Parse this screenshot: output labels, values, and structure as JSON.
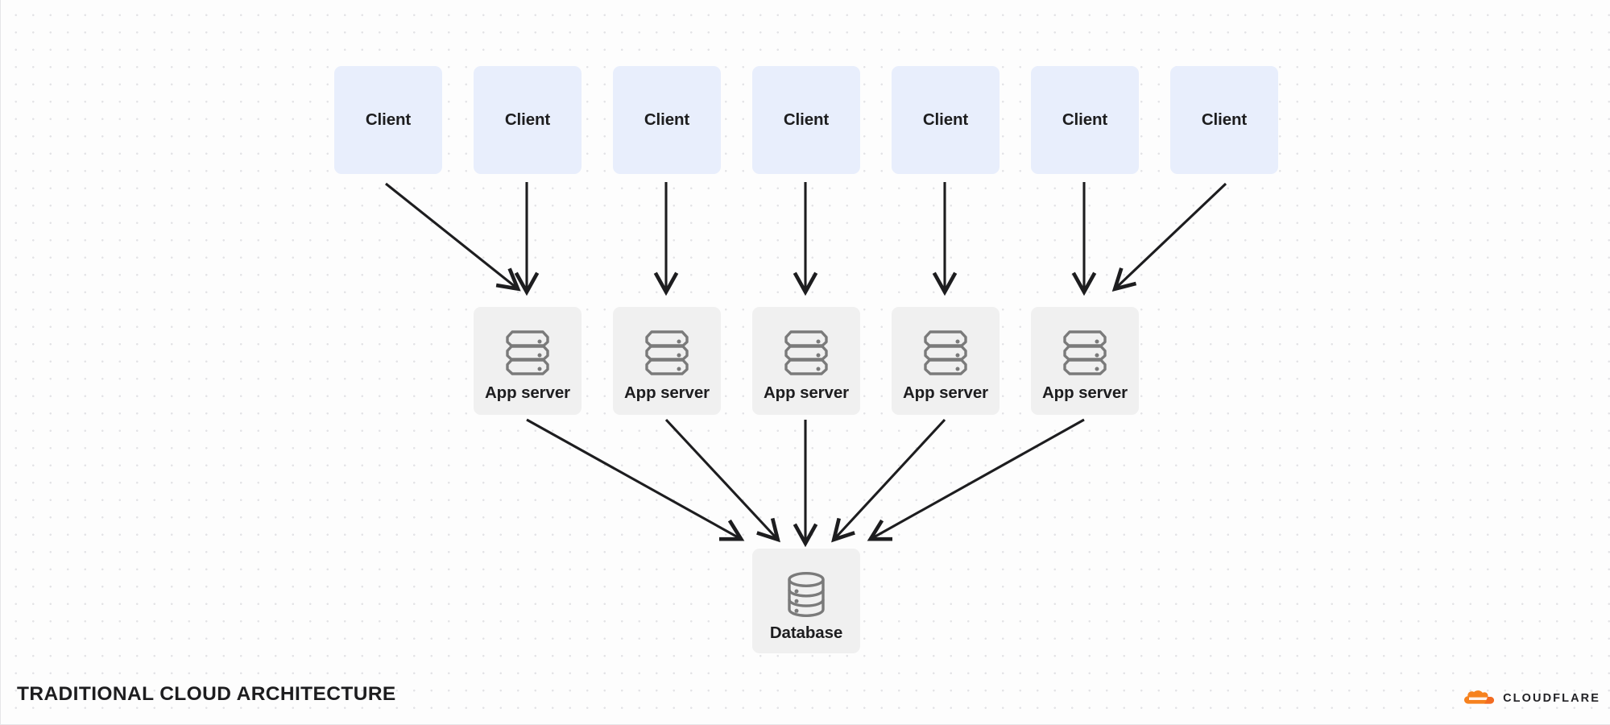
{
  "diagram": {
    "title": "TRADITIONAL CLOUD ARCHITECTURE",
    "background_color": "#fdfdfd",
    "dot_color": "#e3e3e6",
    "tiers": [
      {
        "name": "clients",
        "node_color": "#e8eefc",
        "nodes": [
          {
            "label": "Client",
            "icon": "none"
          },
          {
            "label": "Client",
            "icon": "none"
          },
          {
            "label": "Client",
            "icon": "none"
          },
          {
            "label": "Client",
            "icon": "none"
          },
          {
            "label": "Client",
            "icon": "none"
          },
          {
            "label": "Client",
            "icon": "none"
          },
          {
            "label": "Client",
            "icon": "none"
          }
        ]
      },
      {
        "name": "app-servers",
        "node_color": "#f0f0f0",
        "nodes": [
          {
            "label": "App server",
            "icon": "server-rack-icon"
          },
          {
            "label": "App server",
            "icon": "server-rack-icon"
          },
          {
            "label": "App server",
            "icon": "server-rack-icon"
          },
          {
            "label": "App server",
            "icon": "server-rack-icon"
          },
          {
            "label": "App server",
            "icon": "server-rack-icon"
          }
        ]
      },
      {
        "name": "database",
        "node_color": "#f0f0f0",
        "nodes": [
          {
            "label": "Database",
            "icon": "database-cylinder-icon"
          }
        ]
      }
    ],
    "connections": [
      {
        "from": "client-1",
        "to": "app-server-1",
        "style": "diagonal"
      },
      {
        "from": "client-2",
        "to": "app-server-1",
        "style": "straight"
      },
      {
        "from": "client-3",
        "to": "app-server-2",
        "style": "straight"
      },
      {
        "from": "client-4",
        "to": "app-server-3",
        "style": "straight"
      },
      {
        "from": "client-5",
        "to": "app-server-4",
        "style": "straight"
      },
      {
        "from": "client-6",
        "to": "app-server-5",
        "style": "straight"
      },
      {
        "from": "client-7",
        "to": "app-server-5",
        "style": "diagonal"
      },
      {
        "from": "app-server-1",
        "to": "database",
        "style": "diagonal"
      },
      {
        "from": "app-server-2",
        "to": "database",
        "style": "diagonal"
      },
      {
        "from": "app-server-3",
        "to": "database",
        "style": "straight"
      },
      {
        "from": "app-server-4",
        "to": "database",
        "style": "diagonal"
      },
      {
        "from": "app-server-5",
        "to": "database",
        "style": "diagonal"
      }
    ],
    "arrow_color": "#1d1d1f"
  },
  "brand": {
    "name": "CLOUDFLARE",
    "logo_color_light": "#f6821f",
    "logo_color_dark": "#f26b22"
  }
}
